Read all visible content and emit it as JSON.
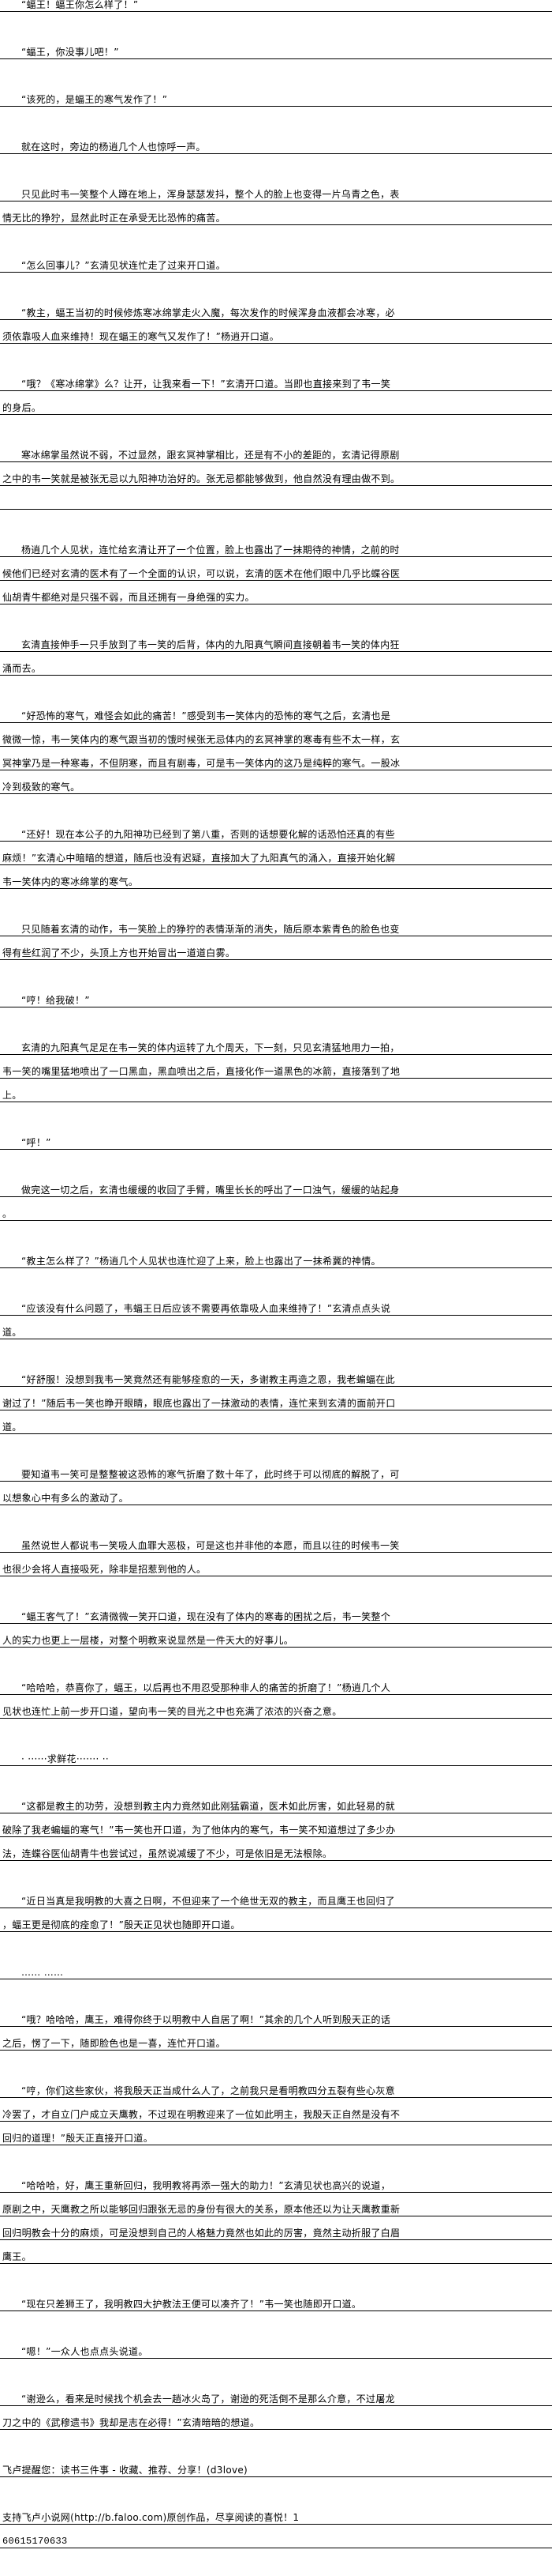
{
  "paragraphs": [
    {
      "indent": true,
      "lines": [
        "“蝠王！蝠王你怎么样了！”"
      ]
    },
    {
      "indent": true,
      "lines": [
        "“蝠王，你没事儿吧！”"
      ]
    },
    {
      "indent": true,
      "lines": [
        "“该死的，是蝠王的寒气发作了！”"
      ]
    },
    {
      "indent": true,
      "lines": [
        "就在这时，旁边的杨逍几个人也惊呼一声。"
      ]
    },
    {
      "indent": true,
      "lines": [
        "只见此时韦一笑整个人蹲在地上，浑身瑟瑟发抖，整个人的脸上也变得一片乌青之色，表",
        "情无比的狰狞，显然此时正在承受无比恐怖的痛苦。"
      ]
    },
    {
      "indent": true,
      "lines": [
        "“怎么回事儿？”玄清见状连忙走了过来开口道。"
      ]
    },
    {
      "indent": true,
      "lines": [
        "“教主，蝠王当初的时候修炼寒冰绵掌走火入魔，每次发作的时候浑身血液都会冰寒，必",
        "须依靠吸人血来维持！现在蝠王的寒气又发作了！”杨逍开口道。"
      ]
    },
    {
      "indent": true,
      "lines": [
        "“哦？《寒冰绵掌》么？让开，让我来看一下！”玄清开口道。当即也直接来到了韦一笑",
        "的身后。"
      ]
    },
    {
      "indent": true,
      "lines": [
        "寒冰绵掌虽然说不弱，不过显然，跟玄冥神掌相比，还是有不小的差距的，玄清记得原剧",
        "之中的韦一笑就是被张无忌以九阳神功治好的。张无忌都能够做到，他自然没有理由做不到。"
      ]
    },
    {
      "indent": true,
      "lines": [
        "杨逍几个人见状，连忙给玄清让开了一个位置，脸上也露出了一抹期待的神情，之前的时",
        "候他们已经对玄清的医术有了一个全面的认识，可以说，玄清的医术在他们眼中几乎比蝶谷医",
        "仙胡青牛都绝对是只强不弱，而且还拥有一身绝强的实力。"
      ]
    },
    {
      "indent": true,
      "lines": [
        "玄清直接伸手一只手放到了韦一笑的后背，体内的九阳真气瞬间直接朝着韦一笑的体内狂",
        "涌而去。"
      ]
    },
    {
      "indent": true,
      "lines": [
        "“好恐怖的寒气，难怪会如此的痛苦！”感受到韦一笑体内的恐怖的寒气之后，玄清也是",
        "微微一惊，韦一笑体内的寒气跟当初的饿时候张无忌体内的玄冥神掌的寒毒有些不太一样，玄",
        "冥神掌乃是一种寒毒，不但阴寒，而且有剧毒，可是韦一笑体内的这乃是纯粹的寒气。一股冰",
        "冷到极致的寒气。"
      ]
    },
    {
      "indent": true,
      "lines": [
        "“还好！现在本公子的九阳神功已经到了第八重，否则的话想要化解的话恐怕还真的有些",
        "麻烦！”玄清心中暗暗的想道，随后也没有迟疑，直接加大了九阳真气的涌入，直接开始化解",
        "韦一笑体内的寒冰绵掌的寒气。"
      ]
    },
    {
      "indent": true,
      "lines": [
        "只见随着玄清的动作，韦一笑脸上的狰狞的表情渐渐的消失，随后原本紫青色的脸色也变",
        "得有些红润了不少，头顶上方也开始冒出一道道白雾。"
      ]
    },
    {
      "indent": true,
      "lines": [
        "“哼！给我破！”"
      ]
    },
    {
      "indent": true,
      "lines": [
        "玄清的九阳真气足足在韦一笑的体内运转了九个周天，下一刻，只见玄清猛地用力一拍，",
        "韦一笑的嘴里猛地喷出了一口黑血，黑血喷出之后，直接化作一道黑色的冰箭，直接落到了地",
        "上。"
      ]
    },
    {
      "indent": true,
      "lines": [
        "“呼！”"
      ]
    },
    {
      "indent": true,
      "lines": [
        "做完这一切之后，玄清也缓缓的收回了手臂，嘴里长长的呼出了一口浊气，缓缓的站起身",
        "。"
      ]
    },
    {
      "indent": true,
      "lines": [
        "“教主怎么样了？”杨逍几个人见状也连忙迎了上来，脸上也露出了一抹希冀的神情。"
      ]
    },
    {
      "indent": true,
      "lines": [
        "“应该没有什么问题了，韦蝠王日后应该不需要再依靠吸人血来维持了！”玄清点点头说",
        "道。"
      ]
    },
    {
      "indent": true,
      "lines": [
        "“好舒服！没想到我韦一笑竟然还有能够痊愈的一天，多谢教主再造之恩，我老蝙蝠在此",
        "谢过了！”随后韦一笑也睁开眼睛，眼底也露出了一抹激动的表情，连忙来到玄清的面前开口",
        "道。"
      ]
    },
    {
      "indent": true,
      "lines": [
        "要知道韦一笑可是整整被这恐怖的寒气折磨了数十年了，此时终于可以彻底的解脱了，可",
        "以想象心中有多么的激动了。"
      ]
    },
    {
      "indent": true,
      "lines": [
        "虽然说世人都说韦一笑吸人血罪大恶极，可是这也并非他的本愿，而且以往的时候韦一笑",
        "也很少会将人直接吸死，除非是招惹到他的人。"
      ]
    },
    {
      "indent": true,
      "lines": [
        "“蝠王客气了！”玄清微微一笑开口道，现在没有了体内的寒毒的困扰之后，韦一笑整个",
        "人的实力也更上一层楼，对整个明教来说显然是一件天大的好事儿。"
      ]
    },
    {
      "indent": true,
      "lines": [
        "“哈哈哈，恭喜你了，蝠王，以后再也不用忍受那种非人的痛苦的折磨了！”杨逍几个人",
        "见状也连忙上前一步开口道，望向韦一笑的目光之中也充满了浓浓的兴奋之意。"
      ]
    },
    {
      "indent": true,
      "lines": [
        "·  ······求鲜花·······  ··"
      ]
    },
    {
      "indent": true,
      "lines": [
        "“这都是教主的功劳，没想到教主内力竟然如此刚猛霸道，医术如此厉害，如此轻易的就",
        "破除了我老蝙蝠的寒气！”韦一笑也开口道，为了他体内的寒气，韦一笑不知道想过了多少办",
        "法，连蝶谷医仙胡青牛也尝试过，虽然说减缓了不少，可是依旧是无法根除。"
      ]
    },
    {
      "indent": true,
      "lines": [
        "“近日当真是我明教的大喜之日啊，不但迎来了一个绝世无双的教主，而且鹰王也回归了",
        "，蝠王更是彻底的痊愈了！”殷天正见状也随即开口道。"
      ]
    },
    {
      "indent": true,
      "lines": [
        "……  ……"
      ]
    },
    {
      "indent": true,
      "lines": [
        "“哦？哈哈哈，鹰王，难得你终于以明教中人自居了啊！”其余的几个人听到殷天正的话",
        "之后，愣了一下，随即脸色也是一喜，连忙开口道。"
      ]
    },
    {
      "indent": true,
      "lines": [
        "“哼，你们这些家伙，将我殷天正当成什么人了，之前我只是看明教四分五裂有些心灰意",
        "冷罢了，才自立门户成立天鹰教，不过现在明教迎来了一位如此明主，我殷天正自然是没有不",
        "回归的道理！”殷天正直接开口道。"
      ]
    },
    {
      "indent": true,
      "lines": [
        "“哈哈哈，好，鹰王重新回归，我明教将再添一强大的助力！”玄清见状也高兴的说道，",
        "原剧之中，天鹰教之所以能够回归跟张无忌的身份有很大的关系，原本他还以为让天鹰教重新",
        "回归明教会十分的麻烦，可是没想到自己的人格魅力竟然也如此的厉害，竟然主动折服了白眉",
        "鹰王。"
      ]
    },
    {
      "indent": true,
      "lines": [
        "“现在只差狮王了，我明教四大护教法王便可以凑齐了！”韦一笑也随即开口道。"
      ]
    },
    {
      "indent": true,
      "lines": [
        "“嗯！”一众人也点点头说道。"
      ]
    },
    {
      "indent": true,
      "lines": [
        "“谢逊么，看来是时候找个机会去一趟冰火岛了，谢逊的死活倒不是那么介意，不过屠龙",
        "刀之中的《武穆遗书》我却是志在必得！”玄清暗暗的想道。"
      ]
    },
    {
      "indent": false,
      "lines": [
        "飞卢提醒您：读书三件事 - 收藏、推荐、分享！(d3love)"
      ]
    },
    {
      "indent": false,
      "lines": [
        "支持飞卢小说网(http://b.faloo.com)原创作品，尽享阅读的喜悦！1",
        "60615170633"
      ]
    }
  ]
}
